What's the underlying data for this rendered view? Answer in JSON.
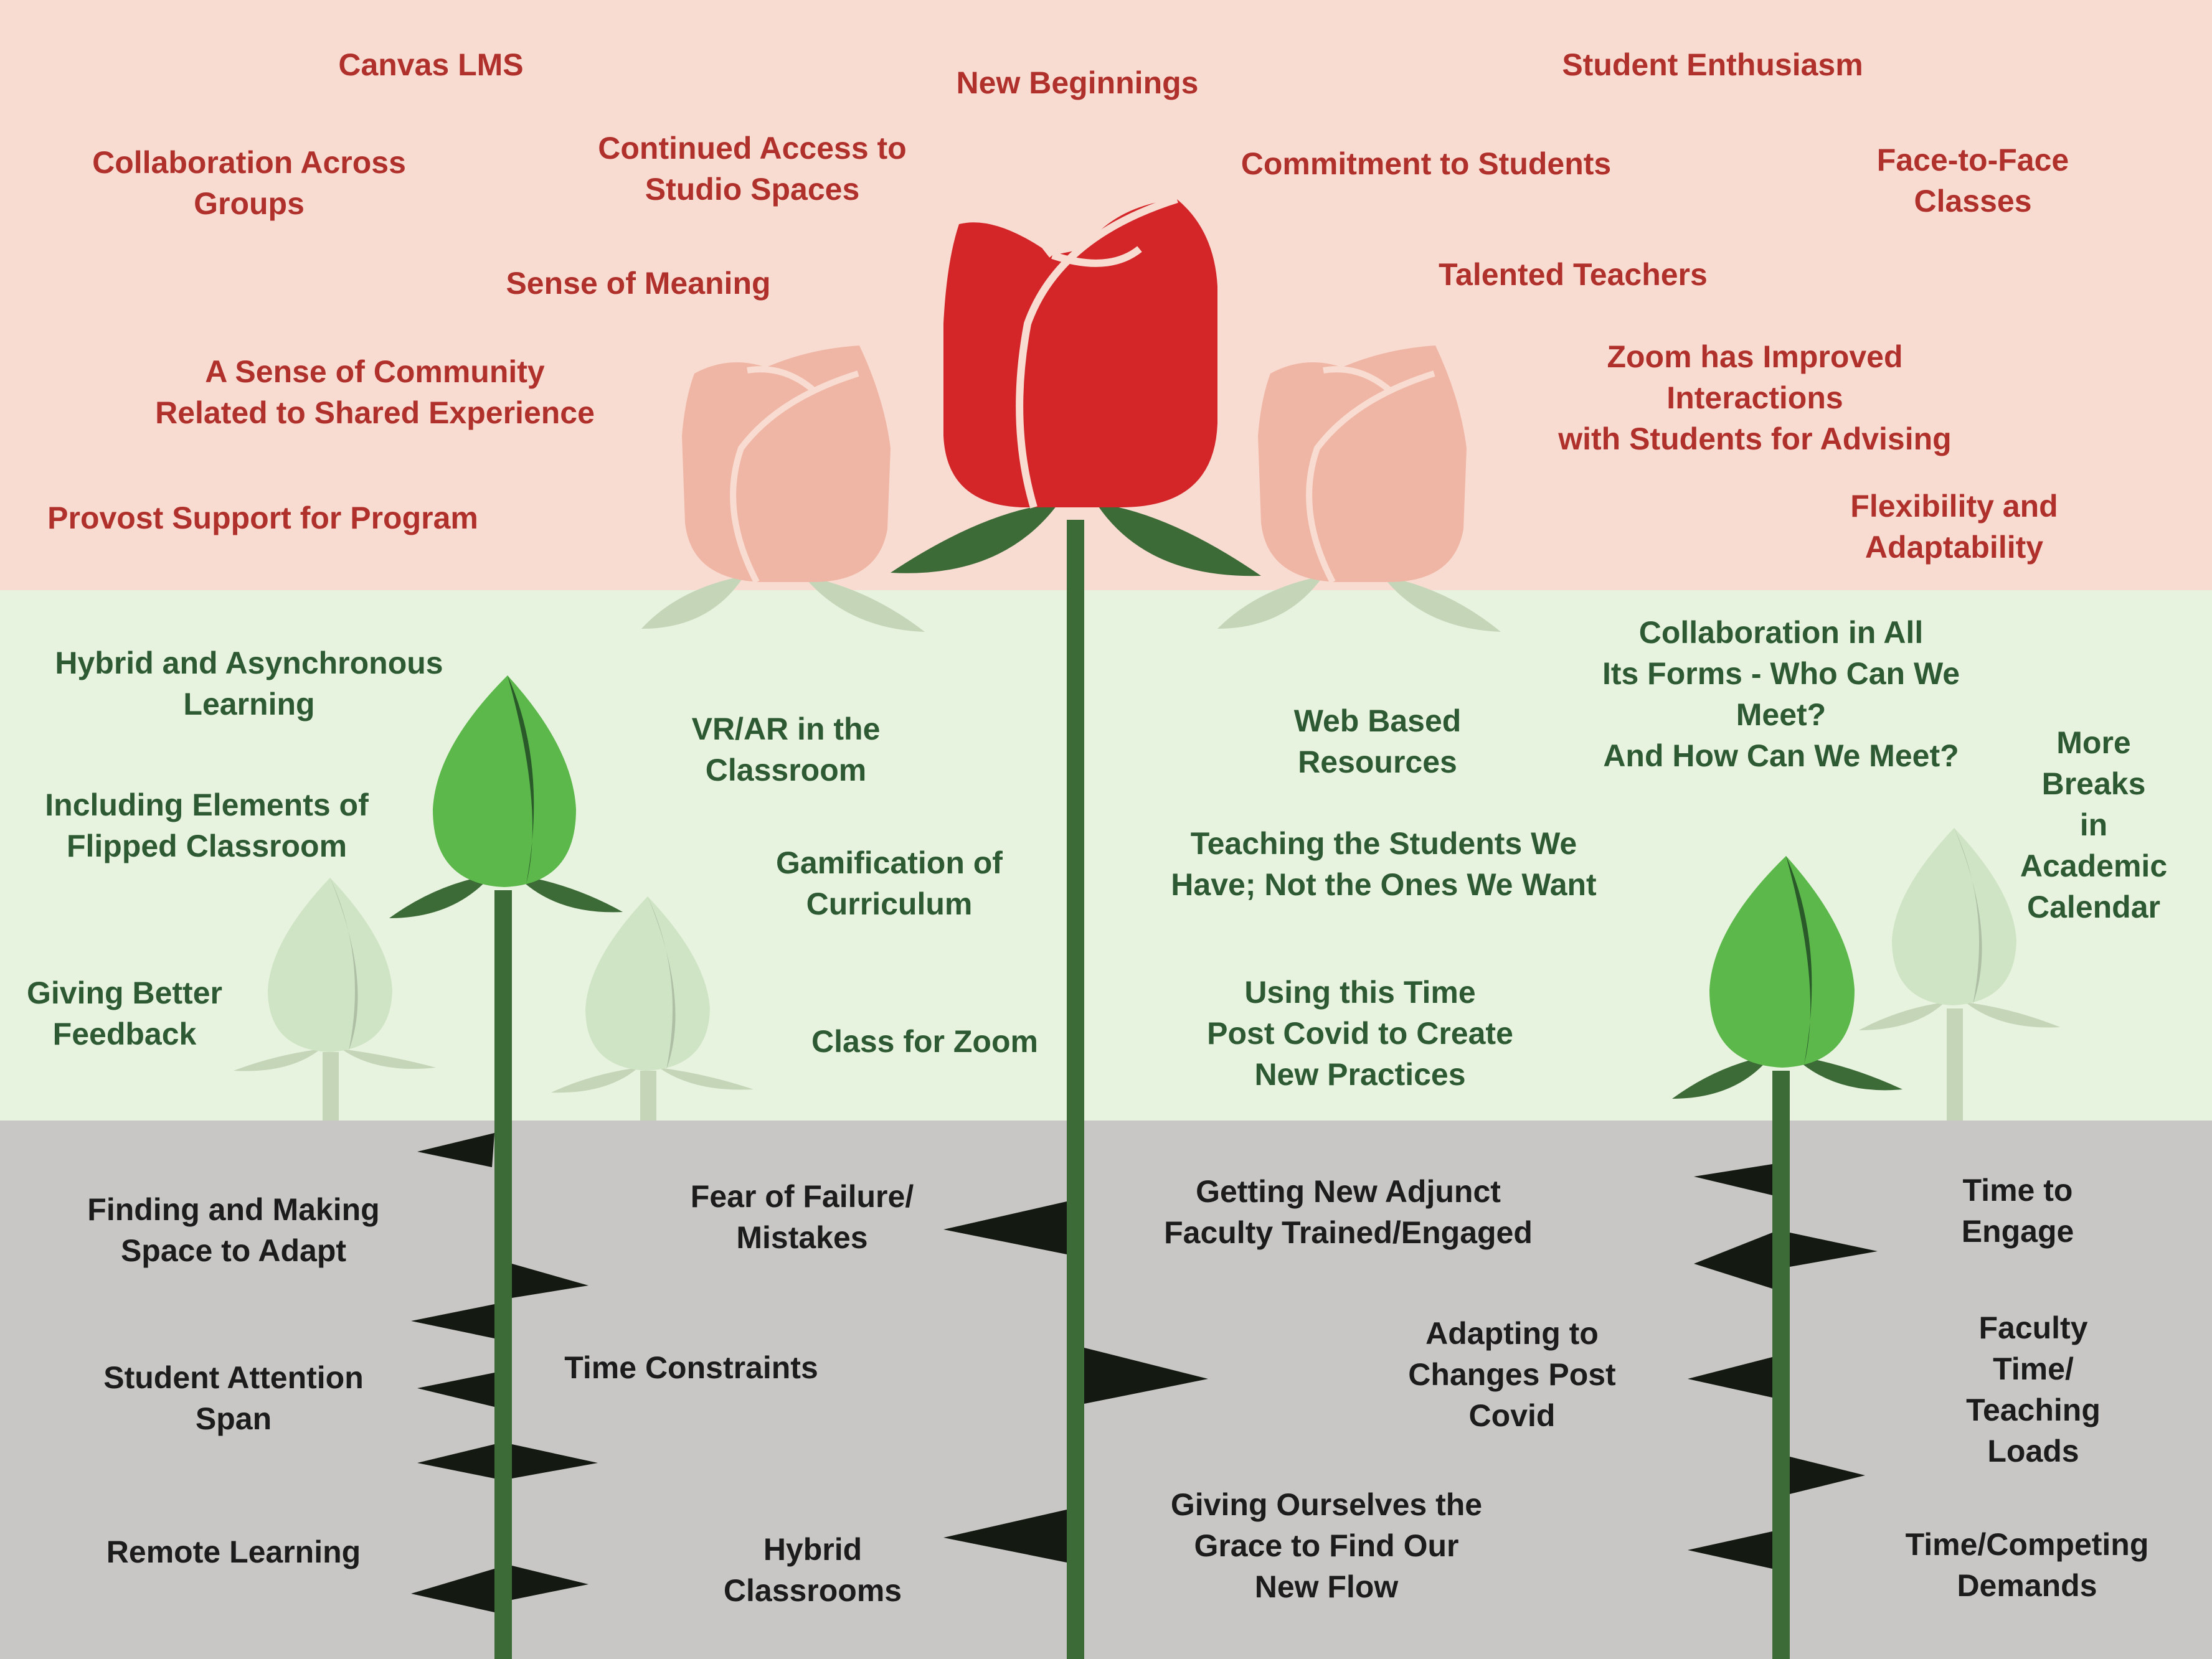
{
  "colors": {
    "rose_band": "#f8dcd1",
    "bud_band": "#e7f2df",
    "thorn_band": "#c8c7c5",
    "rose_text": "#b0302c",
    "bud_text": "#2e5a33",
    "thorn_text": "#1c1c1c",
    "rose_red": "#d42528",
    "rose_pale": "#f0b6a5",
    "stem_green": "#3d6b37",
    "leaf_pale": "#c4d5b8",
    "bud_green": "#5cb84b",
    "bud_pale": "#cfe4c4",
    "thorn": "#141a12"
  },
  "icons": [
    "rose-icon",
    "bud-icon",
    "thorn-icon",
    "leaf-icon"
  ],
  "roses": [
    {
      "text": "Canvas LMS"
    },
    {
      "text": "New Beginnings"
    },
    {
      "text": "Student Enthusiasm"
    },
    {
      "text": "Collaboration Across\nGroups"
    },
    {
      "text": "Continued Access to\nStudio Spaces"
    },
    {
      "text": "Commitment to Students"
    },
    {
      "text": "Face-to-Face Classes"
    },
    {
      "text": "Sense of Meaning"
    },
    {
      "text": "Talented Teachers"
    },
    {
      "text": "A Sense of Community\nRelated to Shared Experience"
    },
    {
      "text": "Zoom has Improved Interactions\nwith Students for Advising"
    },
    {
      "text": "Provost Support for Program"
    },
    {
      "text": "Flexibility and Adaptability"
    }
  ],
  "buds": [
    {
      "text": "Hybrid and Asynchronous\nLearning"
    },
    {
      "text": "Collaboration in All\nIts Forms - Who Can We Meet?\nAnd How Can We Meet?"
    },
    {
      "text": "VR/AR in the\nClassroom"
    },
    {
      "text": "Web Based\nResources"
    },
    {
      "text": "Including Elements of\nFlipped Classroom"
    },
    {
      "text": "More Breaks\nin Academic\nCalendar"
    },
    {
      "text": "Gamification of\nCurriculum"
    },
    {
      "text": "Teaching the Students We\nHave; Not the Ones We Want"
    },
    {
      "text": "Giving Better\nFeedback"
    },
    {
      "text": "Using this Time\nPost Covid to Create\nNew Practices"
    },
    {
      "text": "Class for Zoom"
    }
  ],
  "thorns": [
    {
      "text": "Finding and Making\nSpace to Adapt"
    },
    {
      "text": "Fear of Failure/\nMistakes"
    },
    {
      "text": "Getting New Adjunct\nFaculty Trained/Engaged"
    },
    {
      "text": "Time to Engage"
    },
    {
      "text": "Student Attention\nSpan"
    },
    {
      "text": "Time Constraints"
    },
    {
      "text": "Adapting to\nChanges Post\nCovid"
    },
    {
      "text": "Faculty Time/\nTeaching Loads"
    },
    {
      "text": "Remote Learning"
    },
    {
      "text": "Hybrid\nClassrooms"
    },
    {
      "text": "Giving Ourselves the\nGrace to Find Our\nNew Flow"
    },
    {
      "text": "Time/Competing\nDemands"
    }
  ]
}
